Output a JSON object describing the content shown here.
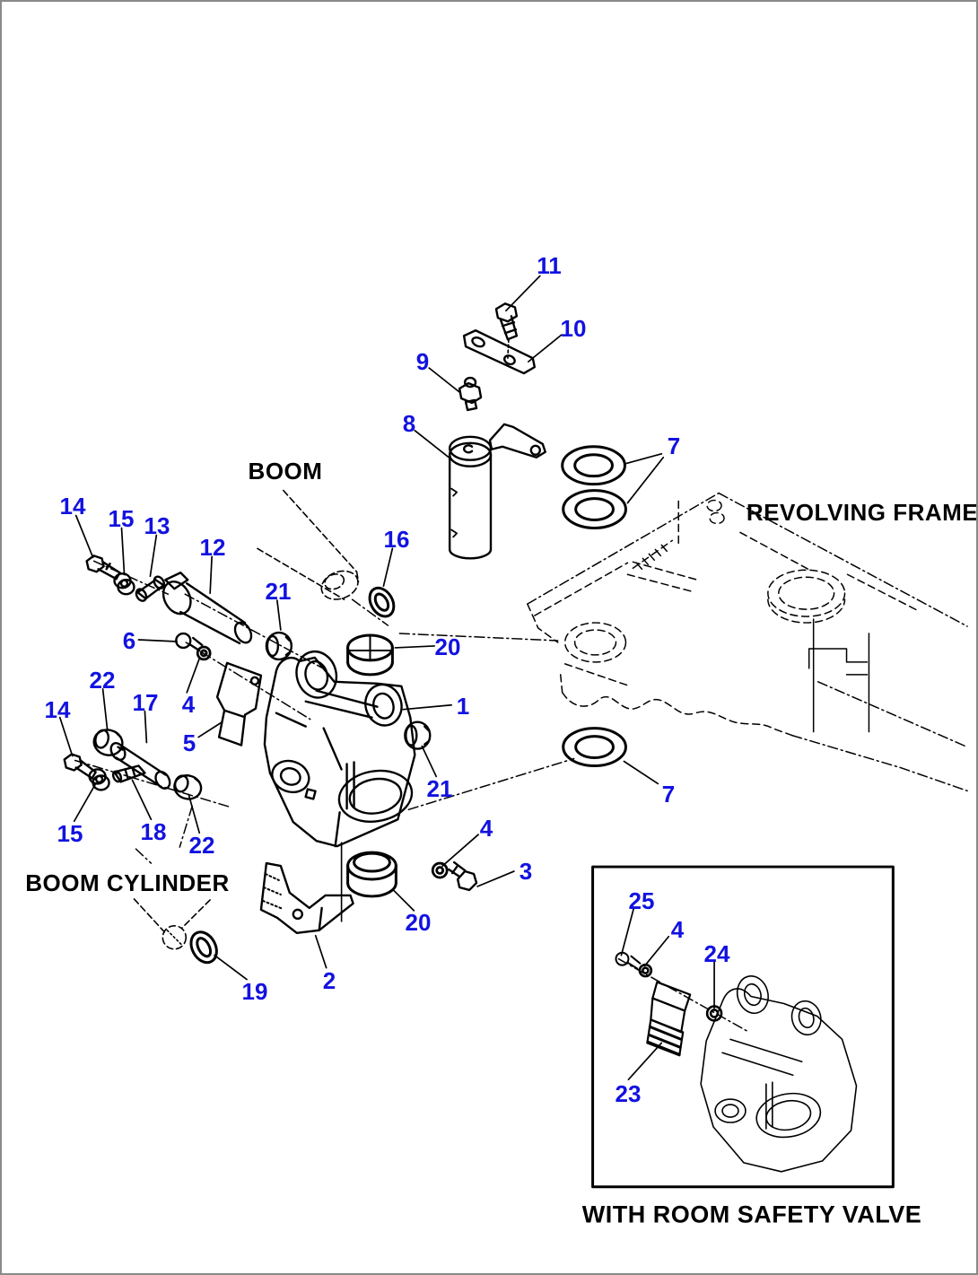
{
  "page": {
    "background": "#ffffff",
    "border_color": "#8a8a8a"
  },
  "colors": {
    "callout_blue": "#1212e0",
    "line_black": "#000000"
  },
  "labels": {
    "boom": "BOOM",
    "revolving_frame": "REVOLVING FRAME",
    "boom_cylinder": "BOOM CYLINDER",
    "inset_caption": "WITH ROOM SAFETY VALVE"
  },
  "callouts": [
    {
      "number": "11"
    },
    {
      "number": "10"
    },
    {
      "number": "9"
    },
    {
      "number": "8"
    },
    {
      "number": "7"
    },
    {
      "number": "16"
    },
    {
      "number": "14"
    },
    {
      "number": "15"
    },
    {
      "number": "13"
    },
    {
      "number": "12"
    },
    {
      "number": "21"
    },
    {
      "number": "6"
    },
    {
      "number": "20"
    },
    {
      "number": "22"
    },
    {
      "number": "17"
    },
    {
      "number": "4"
    },
    {
      "number": "14"
    },
    {
      "number": "1"
    },
    {
      "number": "5"
    },
    {
      "number": "21"
    },
    {
      "number": "7"
    },
    {
      "number": "15"
    },
    {
      "number": "18"
    },
    {
      "number": "22"
    },
    {
      "number": "4"
    },
    {
      "number": "3"
    },
    {
      "number": "20"
    },
    {
      "number": "19"
    },
    {
      "number": "2"
    },
    {
      "number": "25"
    },
    {
      "number": "4"
    },
    {
      "number": "24"
    },
    {
      "number": "23"
    }
  ]
}
